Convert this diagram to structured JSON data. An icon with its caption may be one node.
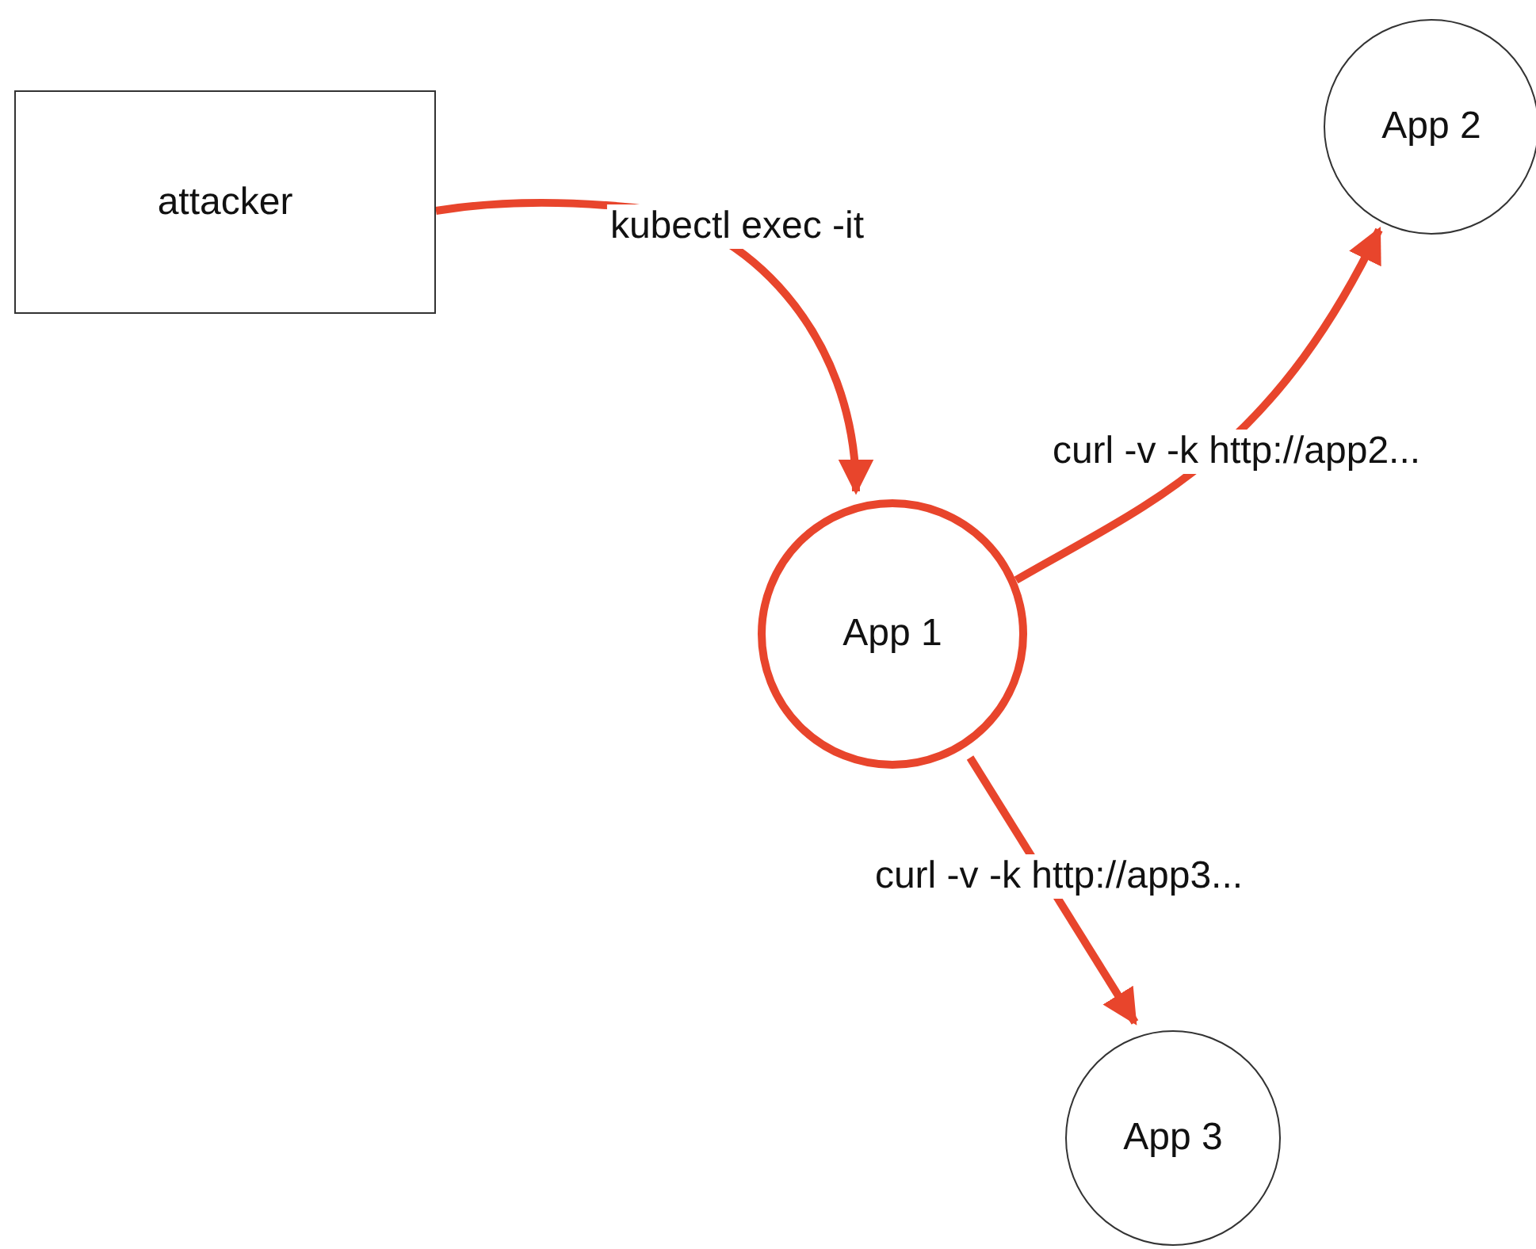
{
  "diagram": {
    "nodes": [
      {
        "text": [
          "attacker"
        ]
      },
      {
        "text": [
          "App 2"
        ]
      },
      {
        "text": [
          "App 1"
        ]
      },
      {
        "text": [
          "App 3"
        ]
      }
    ],
    "edges": [
      {
        "from": 0,
        "to": 2,
        "arrow": "to",
        "label": "kubectl exec -it"
      },
      {
        "from": 2,
        "to": 1,
        "arrow": "to",
        "label": "curl -v -k http://app2..."
      },
      {
        "from": 2,
        "to": 3,
        "arrow": "to",
        "label": "curl -v -k http://app3..."
      }
    ]
  }
}
